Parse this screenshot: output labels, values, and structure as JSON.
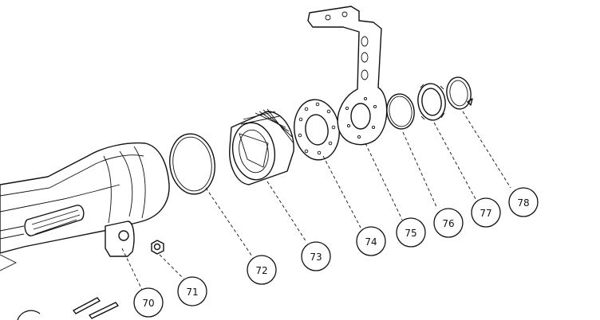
{
  "callouts": [
    {
      "id": "70",
      "label": "70"
    },
    {
      "id": "71",
      "label": "71"
    },
    {
      "id": "72",
      "label": "72"
    },
    {
      "id": "73",
      "label": "73"
    },
    {
      "id": "74",
      "label": "74"
    },
    {
      "id": "75",
      "label": "75"
    },
    {
      "id": "76",
      "label": "76"
    },
    {
      "id": "77",
      "label": "77"
    },
    {
      "id": "78",
      "label": "78"
    }
  ]
}
